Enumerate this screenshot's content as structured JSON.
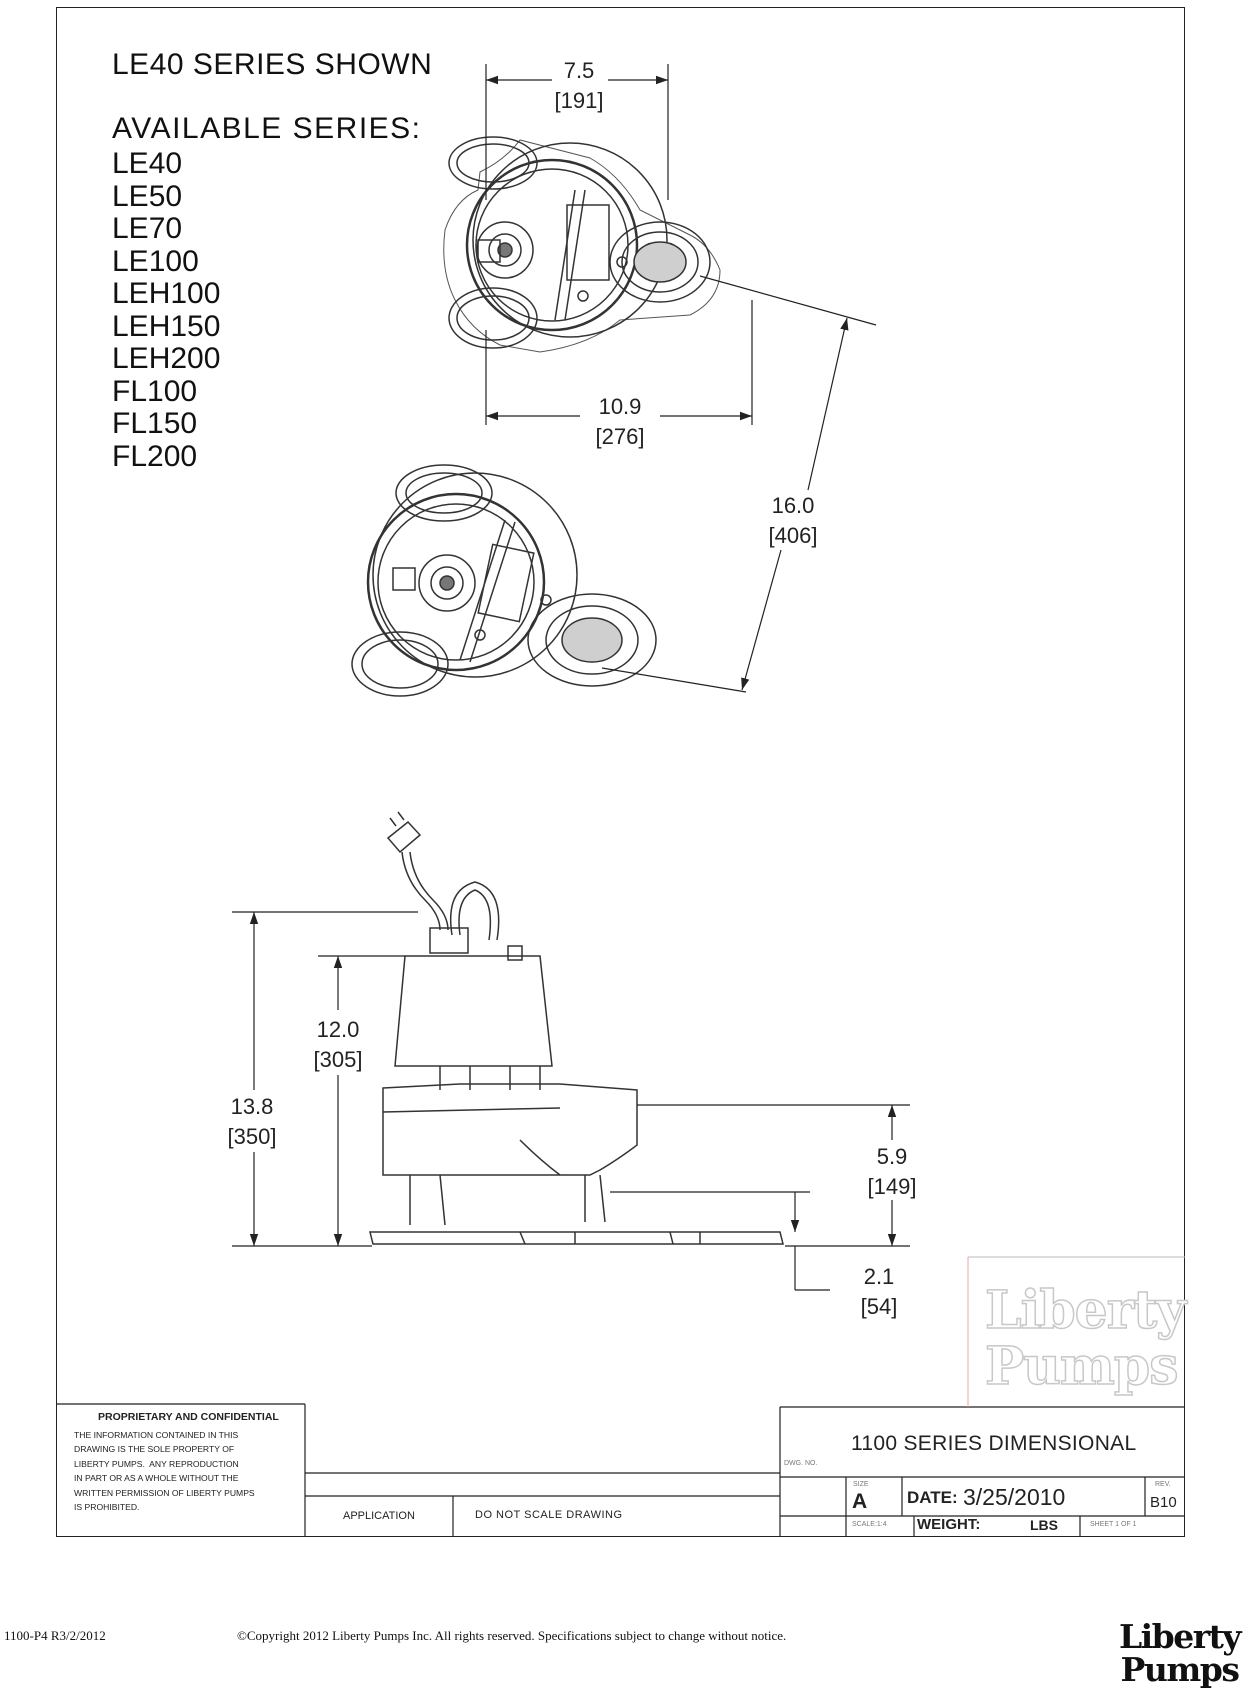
{
  "header": {
    "shown": "LE40 SERIES SHOWN",
    "available_label": "AVAILABLE SERIES:",
    "series": [
      "LE40",
      "LE50",
      "LE70",
      "LE100",
      "LEH100",
      "LEH150",
      "LEH200",
      "FL100",
      "FL150",
      "FL200"
    ]
  },
  "dimensions": {
    "top_width": {
      "in": "7.5",
      "mm": "[191]"
    },
    "bottom_width": {
      "in": "10.9",
      "mm": "[276]"
    },
    "diagonal": {
      "in": "16.0",
      "mm": "[406]"
    },
    "height_body": {
      "in": "12.0",
      "mm": "[305]"
    },
    "height_total": {
      "in": "13.8",
      "mm": "[350]"
    },
    "height_inlet": {
      "in": "5.9",
      "mm": "[149]"
    },
    "base_height": {
      "in": "2.1",
      "mm": "[54]"
    }
  },
  "title_block": {
    "proprietary_title": "PROPRIETARY AND CONFIDENTIAL",
    "proprietary_body": "THE INFORMATION CONTAINED IN THIS\nDRAWING IS THE SOLE PROPERTY OF\nLIBERTY PUMPS.  ANY REPRODUCTION\nIN PART OR AS A WHOLE WITHOUT THE\nWRITTEN PERMISSION OF LIBERTY PUMPS\nIS PROHIBITED.",
    "application": "APPLICATION",
    "do_not_scale": "DO NOT SCALE DRAWING",
    "dwg_no_label": "DWG. NO.",
    "title": "1100 SERIES DIMENSIONAL",
    "size_label": "SIZE",
    "size": "A",
    "date_label": "DATE:",
    "date": "3/25/2010",
    "rev_label": "REV.",
    "rev": "B10",
    "scale_label": "SCALE:1:4",
    "weight_label": "WEIGHT:",
    "weight_unit": "LBS",
    "sheet": "SHEET 1 OF 1"
  },
  "logo": {
    "line1": "Liberty",
    "line2": "Pumps"
  },
  "footer": {
    "code": "1100-P4 R3/2/2012",
    "copyright": "©Copyright 2012 Liberty Pumps Inc.    All rights reserved.  Specifications subject to change without notice."
  }
}
